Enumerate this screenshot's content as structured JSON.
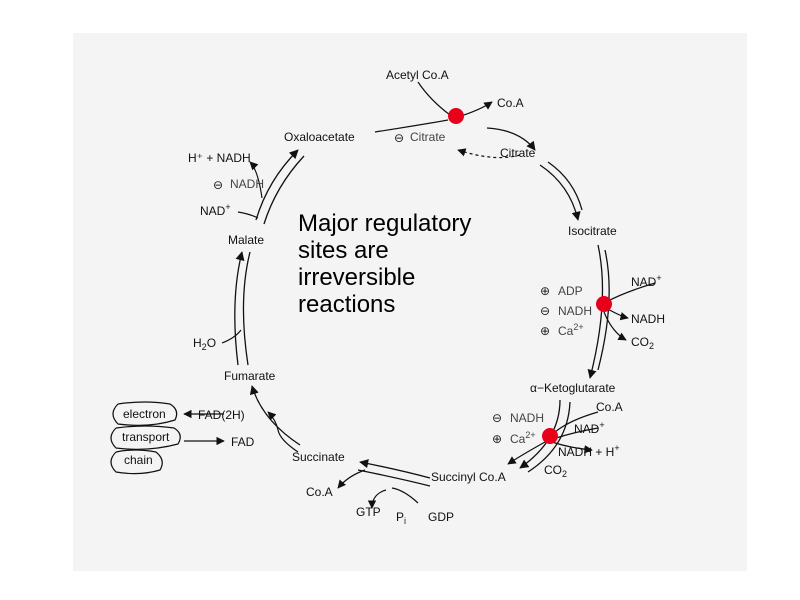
{
  "overlay": {
    "lines": [
      "Major regulatory",
      "sites are",
      "irreversible",
      "reactions"
    ]
  },
  "metabolites": {
    "acetyl_coa": "Acetyl Co.A",
    "coa_top": "Co.A",
    "oxaloacetate": "Oxaloacetate",
    "citrate_inhibitor": "Citrate",
    "citrate": "Citrate",
    "isocitrate": "Isocitrate",
    "nad_plus_1": "NAD",
    "nadh_1": "NADH",
    "co2_1": "CO",
    "alpha": "α−Ketoglutarate",
    "coa_right": "Co.A",
    "nad_plus_2": "NAD",
    "nadh_h": "NADH + H",
    "co2_2": "CO",
    "succinyl_coa": "Succinyl Co.A",
    "gdp": "GDP",
    "pi": "P",
    "gtp": "GTP",
    "coa_bottom": "Co.A",
    "succinate": "Succinate",
    "fad": "FAD",
    "fad2h": "FAD(2H)",
    "fumarate": "Fumarate",
    "h2o": "H",
    "malate": "Malate",
    "nad_plus_left": "NAD",
    "h_nadh": "H⁺ + NADH",
    "nadh_inhib_left": "NADH"
  },
  "electron_transport": {
    "line1": "electron",
    "line2": "transport",
    "line3": "chain"
  },
  "regulators": {
    "idh_adp": "ADP",
    "idh_nadh": "NADH",
    "idh_ca": "Ca",
    "akg_nadh": "NADH",
    "akg_ca": "Ca"
  },
  "colors": {
    "regulatory_site": "#e8001a",
    "background": "#f4f4f4"
  }
}
